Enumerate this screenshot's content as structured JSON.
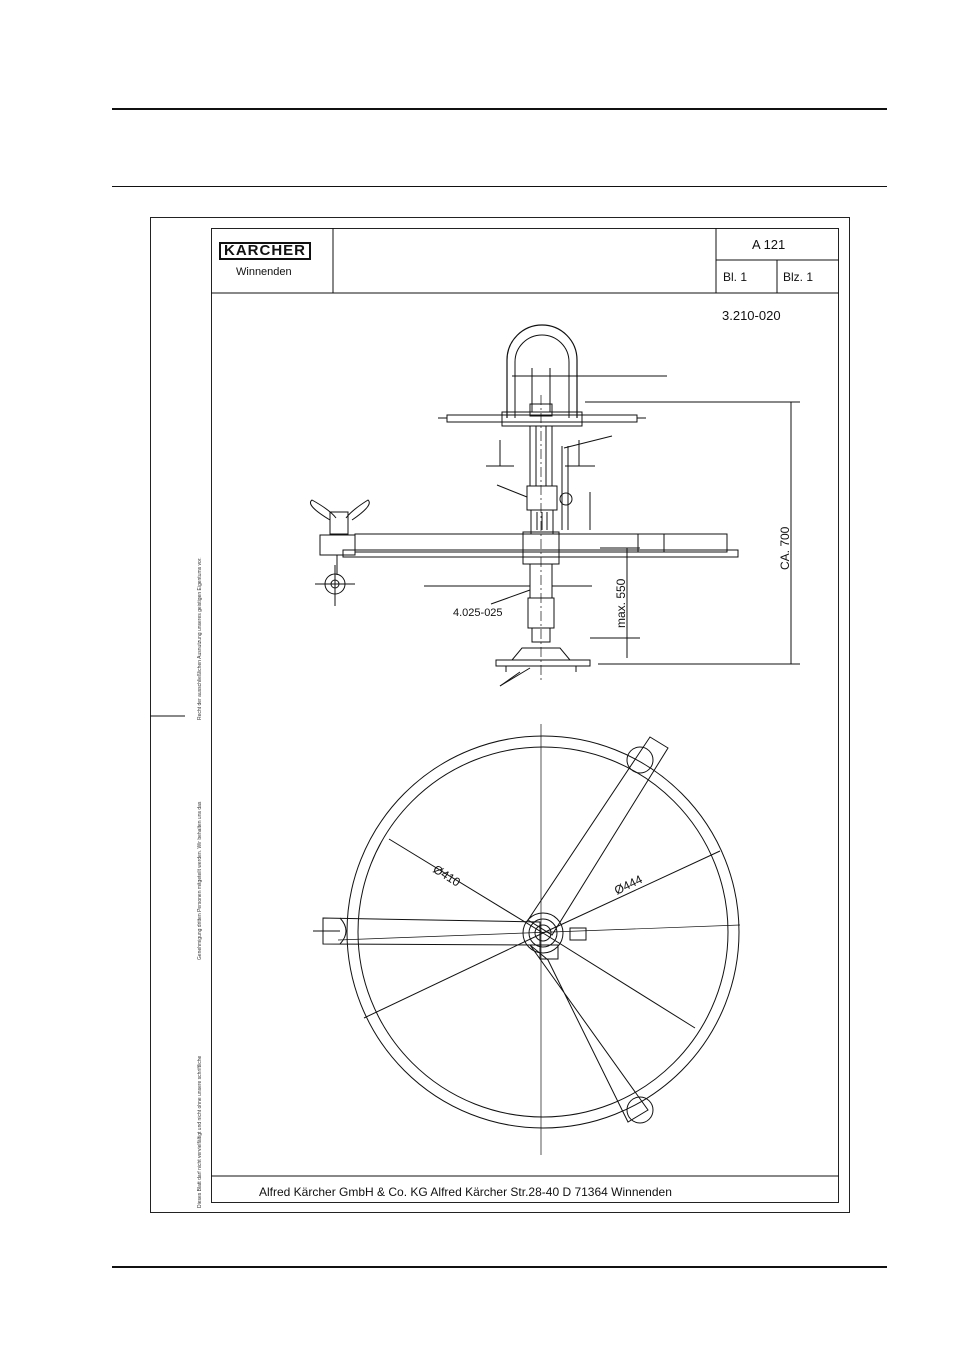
{
  "titleblock": {
    "brand": "KÄRCHER",
    "location": "Winnenden",
    "drawing_no": "A 121",
    "sheet": "Bl. 1",
    "sheet_count": "Blz. 1",
    "part_no": "3.210-020"
  },
  "dimensions": {
    "part_ref": "4.025-025",
    "max_550": "max. 550",
    "ca_700": "CA. 700",
    "dia_410": "Ø410",
    "dia_444": "Ø444"
  },
  "side_notice": {
    "part1": "Recht der ausschließlichen Ausnutzung unseres geistigen Eigentums vor.",
    "part2": "Genehmigung dritten Personen mitgeteilt werden. Wir behalten uns das",
    "part3": "Dieses Blatt darf nicht vervielfältigt und nicht ohne unsere schriftliche"
  },
  "footer": {
    "company": "Alfred Kärcher GmbH & Co. KG  Alfred Kärcher Str.28-40  D 71364 Winnenden"
  }
}
